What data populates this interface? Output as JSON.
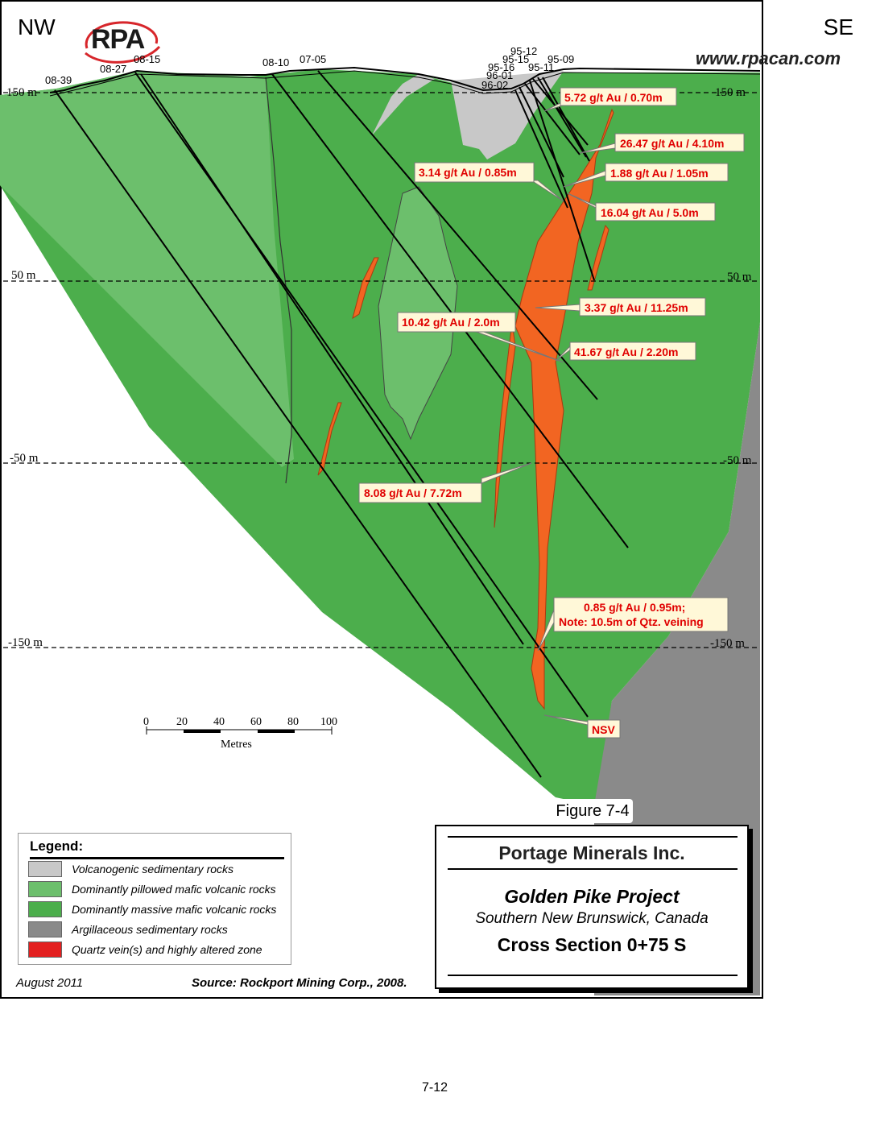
{
  "header": {
    "logo_text": "RPA",
    "website": "www.rpacan.com"
  },
  "section": {
    "left_direction": "NW",
    "right_direction": "SE",
    "elevation_labels": [
      "150 m",
      "50 m",
      "-50 m",
      "-150 m"
    ],
    "drill_holes": [
      "08-39",
      "08-27",
      "08-15",
      "08-10",
      "07-05",
      "95-12",
      "95-15",
      "95-16",
      "96-01",
      "96-02",
      "95-09",
      "95-11"
    ],
    "assay_callouts": [
      "5.72 g/t Au / 0.70m",
      "26.47 g/t Au / 4.10m",
      "3.14 g/t Au / 0.85m",
      "1.88 g/t Au / 1.05m",
      "16.04 g/t Au / 5.0m",
      "3.37 g/t Au / 11.25m",
      "10.42 g/t Au / 2.0m",
      "41.67 g/t Au / 2.20m",
      "8.08 g/t Au / 7.72m",
      "0.85 g/t Au / 0.95m;",
      "Note: 10.5m of Qtz. veining",
      "NSV"
    ],
    "scale": {
      "ticks": [
        "0",
        "20",
        "40",
        "60",
        "80",
        "100"
      ],
      "unit": "Metres"
    },
    "colors": {
      "pillowed_mafic": "#6cbf6c",
      "massive_mafic": "#4cae4c",
      "volcanogenic_sed": "#c8c8c8",
      "argillaceous_sed": "#8a8a8a",
      "quartz_vein": "#f26522",
      "callout_text": "#e00000"
    }
  },
  "figure_label": "Figure 7-4",
  "legend": {
    "title": "Legend:",
    "items": [
      {
        "label": "Volcanogenic sedimentary rocks",
        "color": "#c8c8c8"
      },
      {
        "label": "Dominantly pillowed mafic volcanic rocks",
        "color": "#6cbf6c"
      },
      {
        "label": "Dominantly massive mafic volcanic rocks",
        "color": "#4cae4c"
      },
      {
        "label": "Argillaceous sedimentary rocks",
        "color": "#8a8a8a"
      },
      {
        "label": "Quartz vein(s) and highly altered zone",
        "color": "#e32020"
      }
    ]
  },
  "title_block": {
    "company": "Portage Minerals Inc.",
    "project": "Golden Pike Project",
    "location": "Southern New Brunswick, Canada",
    "section_name": "Cross Section 0+75 S"
  },
  "footer": {
    "date": "August 2011",
    "source": "Source: Rockport Mining Corp., 2008.",
    "page_number": "7-12"
  }
}
